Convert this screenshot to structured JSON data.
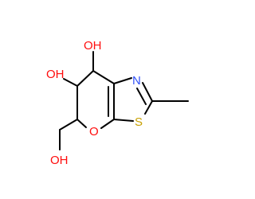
{
  "molecule": {
    "atoms": [
      {
        "id": "oh-c7",
        "label": "OH",
        "color": "#ff0d0d"
      },
      {
        "id": "oh-c6",
        "label": "OH",
        "color": "#ff0d0d"
      },
      {
        "id": "n3",
        "label": "N",
        "color": "#3050f8"
      },
      {
        "id": "o4",
        "label": "O",
        "color": "#ff0d0d"
      },
      {
        "id": "s1",
        "label": "S",
        "color": "#c8a000"
      },
      {
        "id": "oh-ch2",
        "label": "OH",
        "color": "#ff0d0d"
      }
    ],
    "bond_color": "#000000"
  }
}
